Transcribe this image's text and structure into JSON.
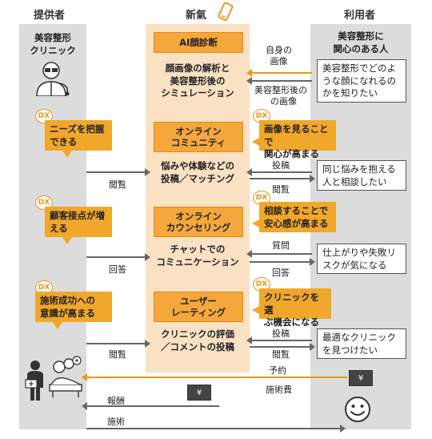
{
  "headers": {
    "provider": "提供者",
    "new": "新氣",
    "user": "利用者"
  },
  "provider": {
    "title_line1": "美容整形",
    "title_line2": "クリニック"
  },
  "user": {
    "title_line1": "美容整形に",
    "title_line2": "関心のある人"
  },
  "services": [
    {
      "title": "AI顔診断",
      "desc_line1": "顔画像の解析と",
      "desc_line2": "美容整形後の",
      "desc_line3": "シミュレーション"
    },
    {
      "title_line1": "オンライン",
      "title_line2": "コミュニティ",
      "desc_line1": "悩みや体験などの",
      "desc_line2": "投稿／マッチング"
    },
    {
      "title_line1": "オンライン",
      "title_line2": "カウンセリング",
      "desc_line1": "チャットでの",
      "desc_line2": "コミュニケーション"
    },
    {
      "title_line1": "ユーザー",
      "title_line2": "レーティング",
      "desc_line1": "クリニックの評価",
      "desc_line2": "／コメントの投稿"
    }
  ],
  "dx_label": "DX",
  "left_callouts": [
    {
      "line1": "ニーズを把握",
      "line2": "できる"
    },
    {
      "line1": "顧客接点が増",
      "line2": "える"
    },
    {
      "line1": "施術成功への",
      "line2": "意識が高まる"
    }
  ],
  "right_callouts": [
    {
      "line1": "画像を見ることで",
      "line2": "関心が高まる"
    },
    {
      "line1": "相談することで",
      "line2": "安心感が高まる"
    },
    {
      "line1": "クリニックを選",
      "line2": "ぶ機会になる"
    }
  ],
  "user_boxes": [
    {
      "line1": "美容整形でどのよ",
      "line2": "うな顔になれるの",
      "line3": "かを知りたい"
    },
    {
      "line1": "同じ悩みを抱える",
      "line2": "人と相談したい"
    },
    {
      "line1": "仕上がりや失敗リ",
      "line2": "スクが気になる"
    },
    {
      "line1": "最適なクリニック",
      "line2": "を見つけたい"
    }
  ],
  "labels": {
    "own_image_1": "自身の",
    "own_image_2": "画像",
    "after_image_1": "美容整形後の",
    "after_image_2": "の画像",
    "browse1": "閲覧",
    "post": "投稿",
    "browse2": "閲覧",
    "question": "質問",
    "answer_left": "回答",
    "answer_right": "回答",
    "browse3": "閲覧",
    "post2": "投稿",
    "browse4": "閲覧",
    "reservation": "予約",
    "treatment_fee": "施術費",
    "reward": "報酬",
    "treatment": "施術"
  },
  "yen_symbol": "¥"
}
